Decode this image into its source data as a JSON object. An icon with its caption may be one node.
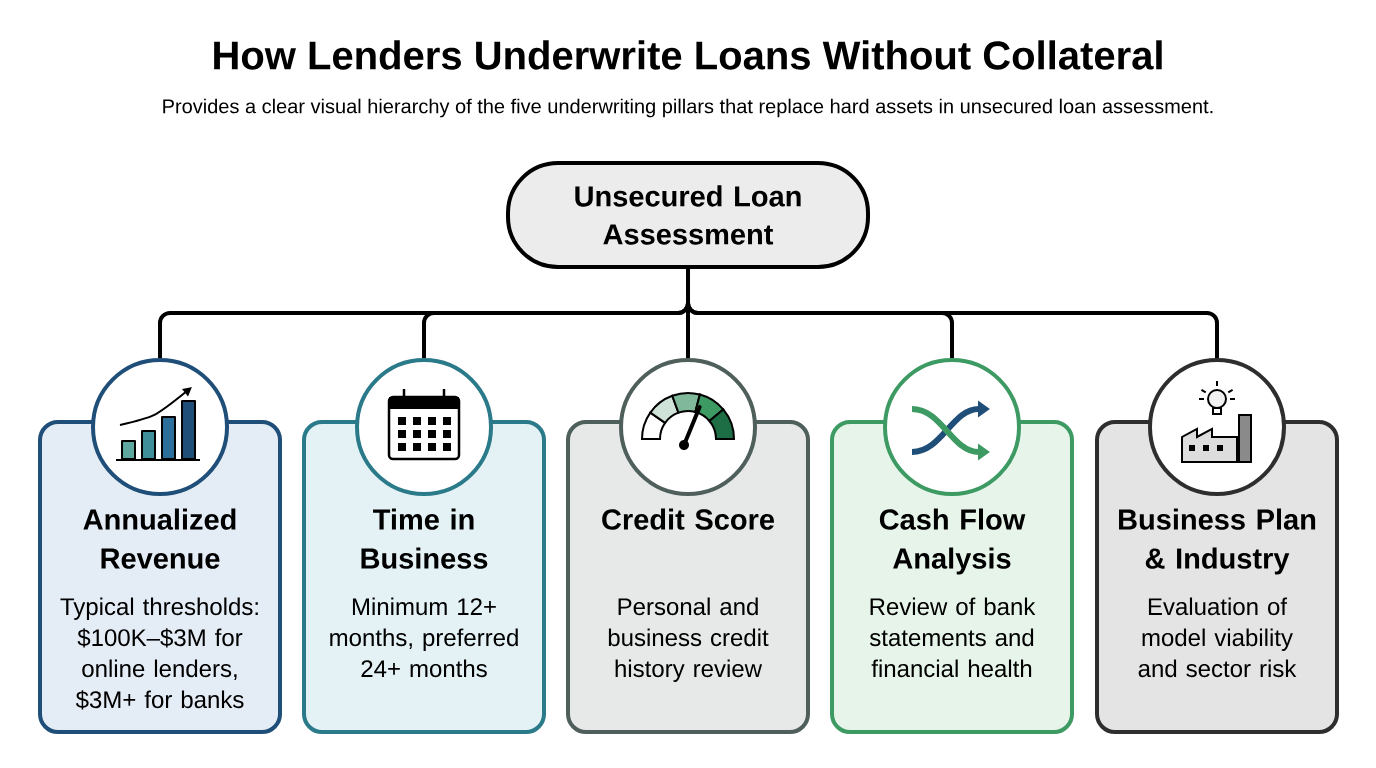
{
  "diagram": {
    "title": "How Lenders Underwrite Loans Without Collateral",
    "nodes": [
      {
        "text": [
          "Unsecured Loan Assessment"
        ]
      },
      {
        "text": [
          "Annualized Revenue",
          "Typical thresholds: $100K–$3M for online lenders, $3M+ for banks"
        ]
      },
      {
        "text": [
          "Time in Business",
          "Minimum 12+ months, preferred 24+ months"
        ]
      },
      {
        "text": [
          "Credit Score",
          "Personal and business credit history review"
        ]
      },
      {
        "text": [
          "Cash Flow Analysis",
          "Review of bank statements and financial health"
        ]
      },
      {
        "text": [
          "Business Plan & Industry",
          "Evaluation of model viability and sector risk"
        ]
      },
      {
        "text": [],
        "shape": "circle"
      },
      {
        "text": [],
        "shape": "circle"
      },
      {
        "text": [],
        "shape": "circle"
      },
      {
        "text": [],
        "shape": "circle"
      },
      {
        "text": [],
        "shape": "circle"
      }
    ],
    "edges": [
      {
        "from": 0,
        "to": 6,
        "arrow": "none"
      },
      {
        "from": 0,
        "to": 7,
        "arrow": "none"
      },
      {
        "from": 0,
        "to": 8,
        "arrow": "none"
      },
      {
        "from": 0,
        "to": 9,
        "arrow": "none"
      },
      {
        "from": 0,
        "to": 10,
        "arrow": "none"
      }
    ],
    "labels": [
      "Provides a clear visual hierarchy of the five underwriting pillars that replace hard assets in unsecured loan assessment."
    ]
  }
}
